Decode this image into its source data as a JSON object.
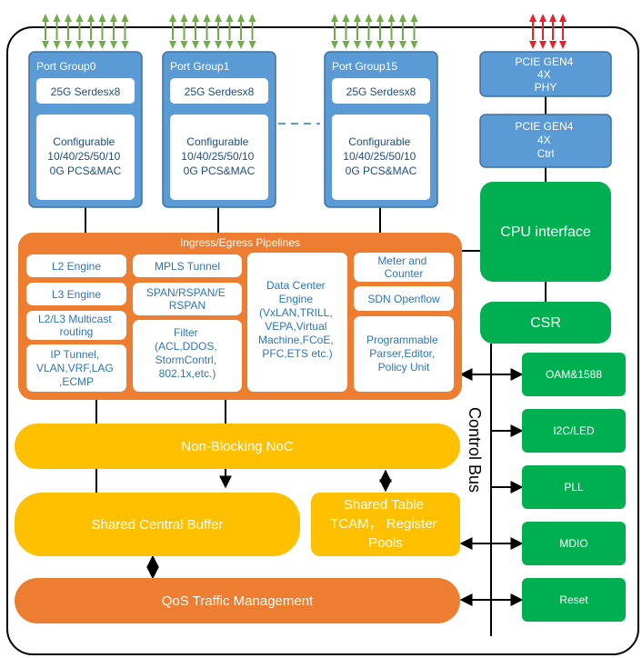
{
  "port_groups": [
    {
      "title": "Port Group0",
      "serdes": "25G Serdesx8",
      "pcs": [
        "Configurable",
        "10/40/25/50/10",
        "0G PCS&MAC"
      ]
    },
    {
      "title": "Port Group1",
      "serdes": "25G Serdesx8",
      "pcs": [
        "Configurable",
        "10/40/25/50/10",
        "0G PCS&MAC"
      ]
    },
    {
      "title": "Port Group15",
      "serdes": "25G Serdesx8",
      "pcs": [
        "Configurable",
        "10/40/25/50/10",
        "0G PCS&MAC"
      ]
    }
  ],
  "pcie_phy": [
    "PCIE GEN4",
    "4X",
    "PHY"
  ],
  "pcie_ctrl": [
    "PCIE GEN4",
    "4X",
    "Ctrl"
  ],
  "cpu_interface": "CPU interface",
  "csr": "CSR",
  "pipelines": {
    "title": "Ingress/Egress Pipelines",
    "l2_engine": "L2 Engine",
    "l3_engine": "L3 Engine",
    "multicast": [
      "L2/L3 Multicast",
      "routing"
    ],
    "ip_tunnel": [
      "IP Tunnel,",
      "VLAN,VRF,LAG",
      ",ECMP"
    ],
    "mpls": "MPLS Tunnel",
    "span": [
      "SPAN/RSPAN/E",
      "RSPAN"
    ],
    "filter": [
      "Filter",
      "(ACL,DDOS,",
      "StormContrl,",
      "802.1x,etc.)"
    ],
    "data_center": [
      "Data Center",
      "Engine",
      "(VxLAN,TRILL,",
      "VEPA,Virtual",
      "Machine,FCoE,",
      "PFC,ETS etc.)"
    ],
    "meter": [
      "Meter and",
      "Counter"
    ],
    "sdn": "SDN Openflow",
    "parser": [
      "Programmable",
      "Parser,Editor,",
      "Policy Unit"
    ]
  },
  "noc": "Non-Blocking NoC",
  "shared_buffer": "Shared Central Buffer",
  "shared_table": [
    "Shared Table",
    "TCAM， Register",
    "Pools"
  ],
  "qos": "QoS Traffic Management",
  "control_bus": "Control Bus",
  "peripherals": [
    "OAM&1588",
    "I2C/LED",
    "PLL",
    "MDIO",
    "Reset"
  ],
  "colors": {
    "blue": "#5b9bd5",
    "blue_border": "#41719c",
    "orange": "#ed7d31",
    "yellow": "#ffc000",
    "green": "#00b050",
    "green_port_arrow": "#70ad47",
    "red_arrow": "#e8202a"
  }
}
